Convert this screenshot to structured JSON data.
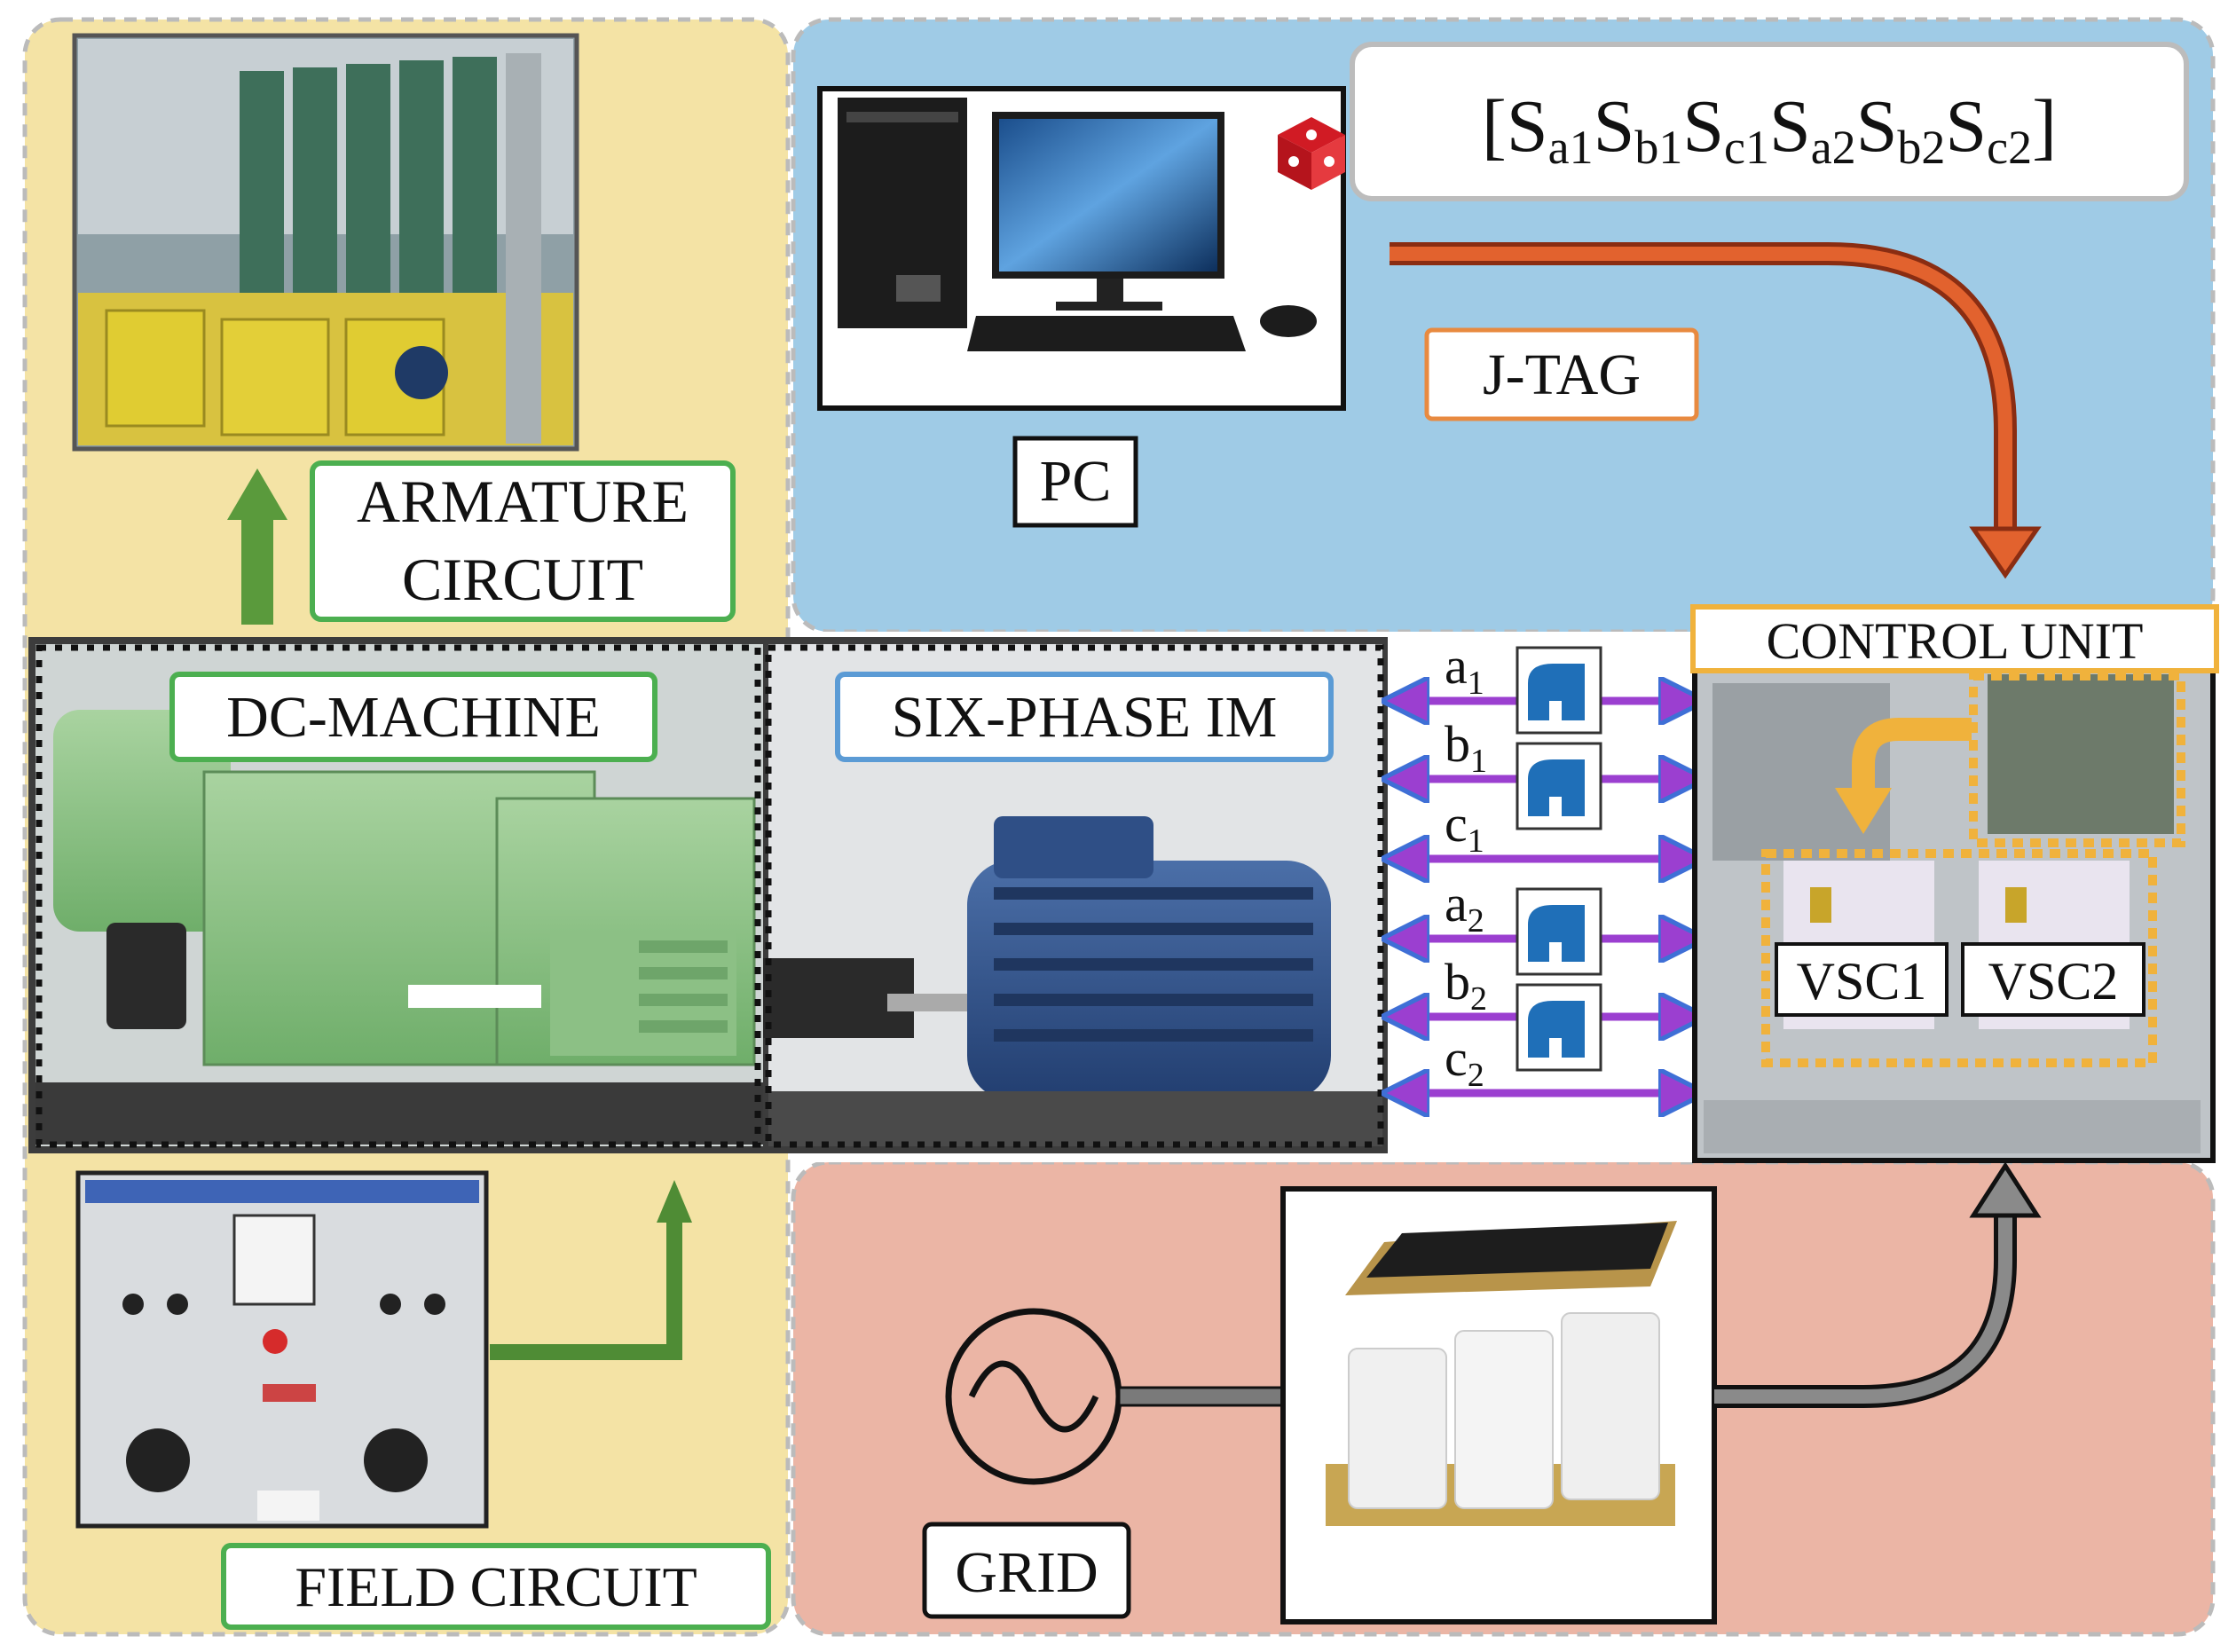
{
  "labels": {
    "armature_circuit_line1": "ARMATURE",
    "armature_circuit_line2": "CIRCUIT",
    "dc_machine": "DC-MACHINE",
    "six_phase_im": "SIX-PHASE IM",
    "field_circuit": "FIELD CIRCUIT",
    "pc": "PC",
    "jtag": "J-TAG",
    "control_unit": "CONTROL UNIT",
    "vsc1": "VSC1",
    "vsc2": "VSC2",
    "grid": "GRID"
  },
  "switching_vector": {
    "open": "[",
    "close": "]",
    "terms": [
      {
        "base": "S",
        "sub": "a1"
      },
      {
        "base": "S",
        "sub": "b1"
      },
      {
        "base": "S",
        "sub": "c1"
      },
      {
        "base": "S",
        "sub": "a2"
      },
      {
        "base": "S",
        "sub": "b2"
      },
      {
        "base": "S",
        "sub": "c2"
      }
    ]
  },
  "phases": [
    {
      "base": "a",
      "sub": "1",
      "sensor": true
    },
    {
      "base": "b",
      "sub": "1",
      "sensor": true
    },
    {
      "base": "c",
      "sub": "1",
      "sensor": false
    },
    {
      "base": "a",
      "sub": "2",
      "sensor": true
    },
    {
      "base": "b",
      "sub": "2",
      "sensor": true
    },
    {
      "base": "c",
      "sub": "2",
      "sensor": false
    }
  ],
  "colors": {
    "armature_panel": "#f4e3a5",
    "pc_panel": "#9fcbe6",
    "grid_panel": "#ebb5a5",
    "green_arrow": "#5a9a3c",
    "green_border": "#4caf50",
    "blue_border": "#5b9bd5",
    "orange_border": "#e88a40",
    "jtag_arrow": "#d2502a",
    "phase_arrow": "#9b3fd0",
    "phase_arrow_edge": "#3f6fd6",
    "dotted_gold": "#f0b23c",
    "grey_arrow": "#8a8a8a"
  }
}
